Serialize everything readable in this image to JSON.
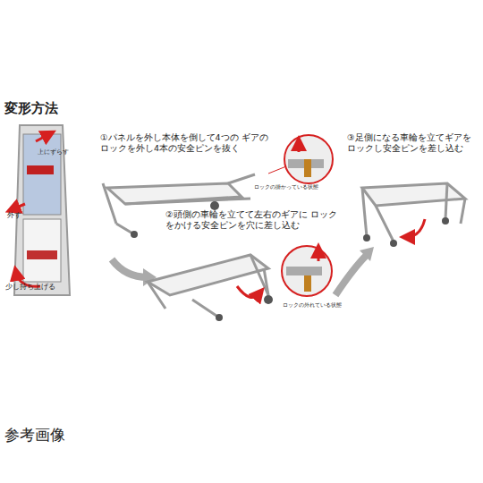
{
  "diagram": {
    "title": "変形方法",
    "caption": "参考画像",
    "labels": [
      "上にずらす",
      "外す",
      "少し持ち上げる",
      "①パネルを外し本体を倒して4つの ギアのロックを外し4本の安全ピンを抜く",
      "ロックの掛かっている状態",
      "②頭側の車輪を立てて左右のギアに ロックをかける安全ピンを穴に差し込む",
      "ロックの外れている状態",
      "③足側になる車輪を立てギアを ロックし安全ピンを差し込む"
    ]
  }
}
